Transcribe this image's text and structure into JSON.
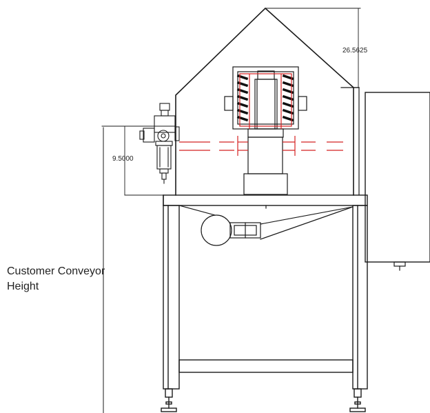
{
  "colors": {
    "outline": "#1a1a1a",
    "accent": "#d42020",
    "panel": "#bdbdbd"
  },
  "dimensions": {
    "overall_height": "26.5625",
    "bracket_height": "9.5000"
  },
  "annotation": {
    "line1": "Customer Conveyor",
    "line2": "Height"
  }
}
